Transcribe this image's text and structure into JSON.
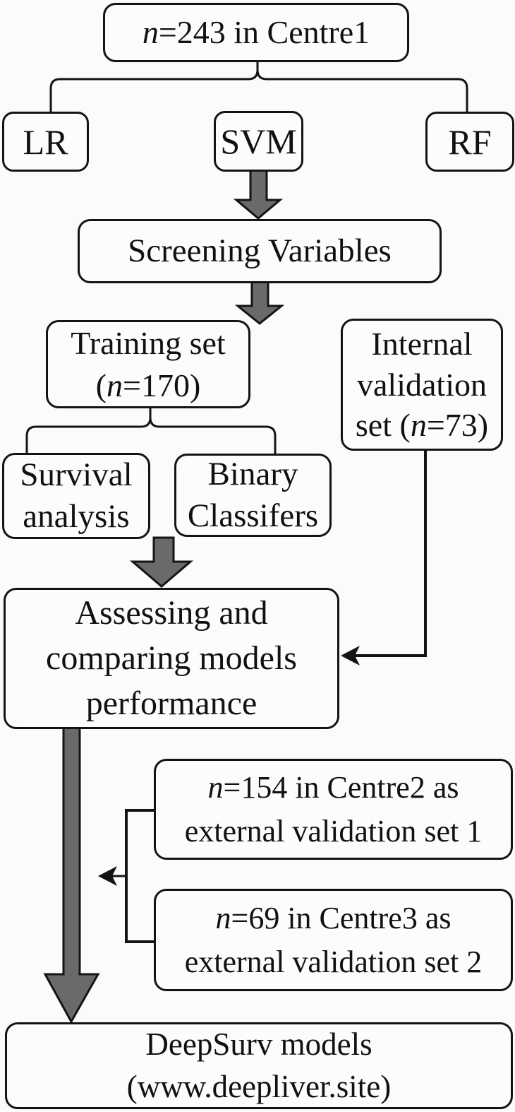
{
  "figure": {
    "type": "flowchart",
    "description": "Patient cohort and model development flow diagram"
  },
  "colors": {
    "page_bg": "#fbfbfb",
    "box_bg": "#fcfcfc",
    "line": "#141414",
    "fat_arrow_fill": "#6a6a6a"
  },
  "nodes": {
    "centre1": {
      "parts": [
        "n",
        "=243 in Centre1"
      ]
    },
    "lr": {
      "label": "LR"
    },
    "svm": {
      "label": "SVM"
    },
    "rf": {
      "label": "RF"
    },
    "screening": {
      "label": "Screening Variables"
    },
    "training": {
      "line1": "Training set",
      "line2_parts": [
        "(",
        "n",
        "=170)"
      ]
    },
    "internal": {
      "line1": "Internal",
      "line2": "validation",
      "line3_parts": [
        "set (",
        "n",
        "=73)"
      ]
    },
    "survival": {
      "line1": "Survival",
      "line2": "analysis"
    },
    "binary": {
      "line1": "Binary",
      "line2": "Classifers"
    },
    "assessing": {
      "line1": "Assessing and",
      "line2": "comparing models",
      "line3": "performance"
    },
    "centre2": {
      "line1_parts": [
        "n",
        "=154 in Centre2 as"
      ],
      "line2": "external validation set 1"
    },
    "centre3": {
      "line1_parts": [
        "n",
        "=69 in Centre3 as"
      ],
      "line2": "external validation set 2"
    },
    "deepsurv": {
      "line1": "DeepSurv models",
      "line2": "(www.deepliver.site)"
    }
  },
  "edges": [
    {
      "from": "n=243 in Centre1",
      "to": "LR | SVM | RF",
      "style": "branch-bracket"
    },
    {
      "from": "SVM",
      "to": "Screening Variables",
      "style": "fat-gray-arrow"
    },
    {
      "from": "Screening Variables",
      "to": "Training set (n=170)",
      "style": "fat-gray-arrow"
    },
    {
      "from": "Training set (n=170)",
      "to": "Survival analysis | Binary Classifers",
      "style": "branch-bracket"
    },
    {
      "from": "Survival analysis / Binary Classifers",
      "to": "Assessing and comparing models performance",
      "style": "fat-gray-arrow"
    },
    {
      "from": "Internal validation set (n=73)",
      "to": "Assessing and comparing models performance",
      "style": "thin-arrow"
    },
    {
      "from": "external validation set 1 | external validation set 2",
      "to": "main flow",
      "style": "bracket-thin-arrow"
    },
    {
      "from": "Assessing and comparing models performance",
      "to": "DeepSurv models (www.deepliver.site)",
      "style": "fat-gray-arrow"
    }
  ]
}
